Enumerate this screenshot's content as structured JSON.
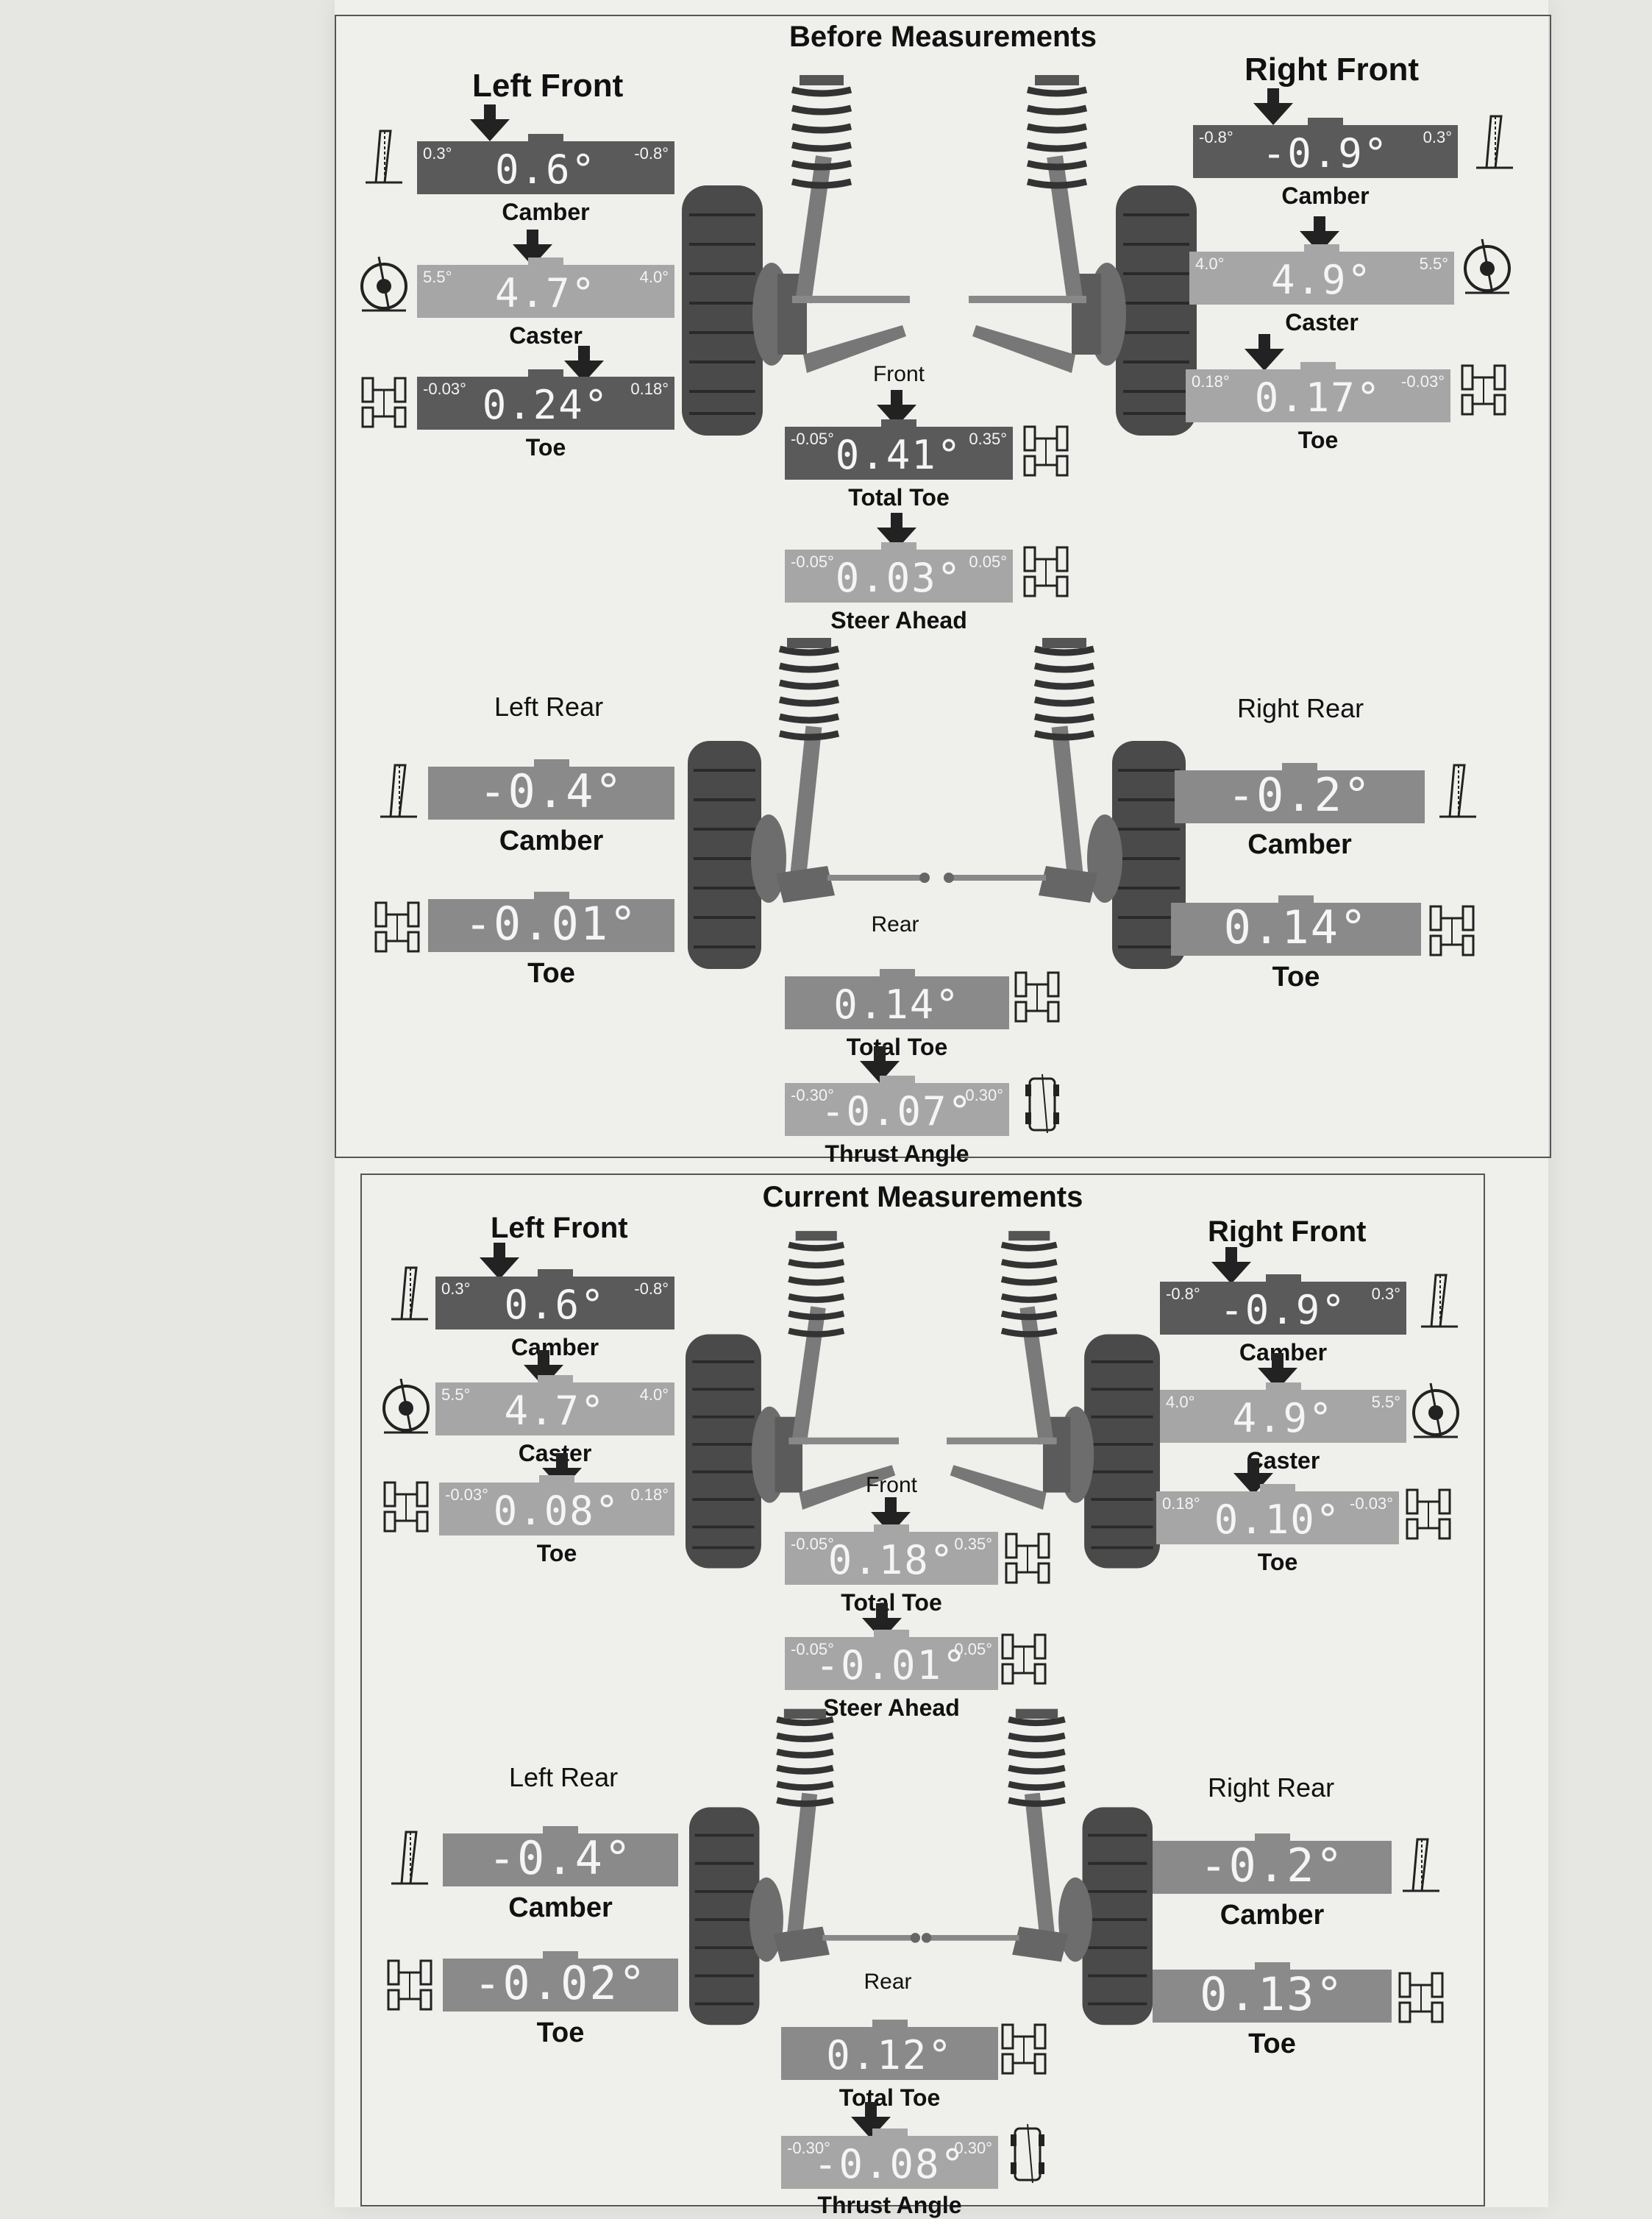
{
  "panels": [
    {
      "title": "Before Measurements",
      "left_front": {
        "label": "Left Front",
        "camber": {
          "min": "0.3°",
          "max": "-0.8°",
          "value": "0.6°",
          "label": "Camber"
        },
        "caster": {
          "min": "5.5°",
          "max": "4.0°",
          "value": "4.7°",
          "label": "Caster"
        },
        "toe": {
          "min": "-0.03°",
          "max": "0.18°",
          "value": "0.24°",
          "label": "Toe"
        }
      },
      "right_front": {
        "label": "Right Front",
        "camber": {
          "min": "-0.8°",
          "max": "0.3°",
          "value": "-0.9°",
          "label": "Camber"
        },
        "caster": {
          "min": "4.0°",
          "max": "5.5°",
          "value": "4.9°",
          "label": "Caster"
        },
        "toe": {
          "min": "0.18°",
          "max": "-0.03°",
          "value": "0.17°",
          "label": "Toe"
        }
      },
      "front": {
        "label": "Front",
        "total_toe": {
          "min": "-0.05°",
          "max": "0.35°",
          "value": "0.41°",
          "label": "Total Toe"
        },
        "steer_ahead": {
          "min": "-0.05°",
          "max": "0.05°",
          "value": "0.03°",
          "label": "Steer Ahead"
        }
      },
      "left_rear": {
        "label": "Left Rear",
        "camber": {
          "value": "-0.4°",
          "label": "Camber"
        },
        "toe": {
          "value": "-0.01°",
          "label": "Toe"
        }
      },
      "right_rear": {
        "label": "Right Rear",
        "camber": {
          "value": "-0.2°",
          "label": "Camber"
        },
        "toe": {
          "value": "0.14°",
          "label": "Toe"
        }
      },
      "rear": {
        "label": "Rear",
        "total_toe": {
          "value": "0.14°",
          "label": "Total Toe"
        },
        "thrust_angle": {
          "min": "-0.30°",
          "max": "0.30°",
          "value": "-0.07°",
          "label": "Thrust Angle"
        }
      }
    },
    {
      "title": "Current Measurements",
      "left_front": {
        "label": "Left Front",
        "camber": {
          "min": "0.3°",
          "max": "-0.8°",
          "value": "0.6°",
          "label": "Camber"
        },
        "caster": {
          "min": "5.5°",
          "max": "4.0°",
          "value": "4.7°",
          "label": "Caster"
        },
        "toe": {
          "min": "-0.03°",
          "max": "0.18°",
          "value": "0.08°",
          "label": "Toe"
        }
      },
      "right_front": {
        "label": "Right Front",
        "camber": {
          "min": "-0.8°",
          "max": "0.3°",
          "value": "-0.9°",
          "label": "Camber"
        },
        "caster": {
          "min": "4.0°",
          "max": "5.5°",
          "value": "4.9°",
          "label": "Caster"
        },
        "toe": {
          "min": "0.18°",
          "max": "-0.03°",
          "value": "0.10°",
          "label": "Toe"
        }
      },
      "front": {
        "label": "Front",
        "total_toe": {
          "min": "-0.05°",
          "max": "0.35°",
          "value": "0.18°",
          "label": "Total Toe"
        },
        "steer_ahead": {
          "min": "-0.05°",
          "max": "0.05°",
          "value": "-0.01°",
          "label": "Steer Ahead"
        }
      },
      "left_rear": {
        "label": "Left Rear",
        "camber": {
          "value": "-0.4°",
          "label": "Camber"
        },
        "toe": {
          "value": "-0.02°",
          "label": "Toe"
        }
      },
      "right_rear": {
        "label": "Right Rear",
        "camber": {
          "value": "-0.2°",
          "label": "Camber"
        },
        "toe": {
          "value": "0.13°",
          "label": "Toe"
        }
      },
      "rear": {
        "label": "Rear",
        "total_toe": {
          "value": "0.12°",
          "label": "Total Toe"
        },
        "thrust_angle": {
          "min": "-0.30°",
          "max": "0.30°",
          "value": "-0.08°",
          "label": "Thrust Angle"
        }
      }
    }
  ],
  "icons": [
    "camber-icon",
    "caster-icon",
    "toe-icon",
    "total-toe-icon",
    "thrust-angle-icon",
    "front-suspension-icon",
    "rear-suspension-icon",
    "arrow-down-icon"
  ]
}
